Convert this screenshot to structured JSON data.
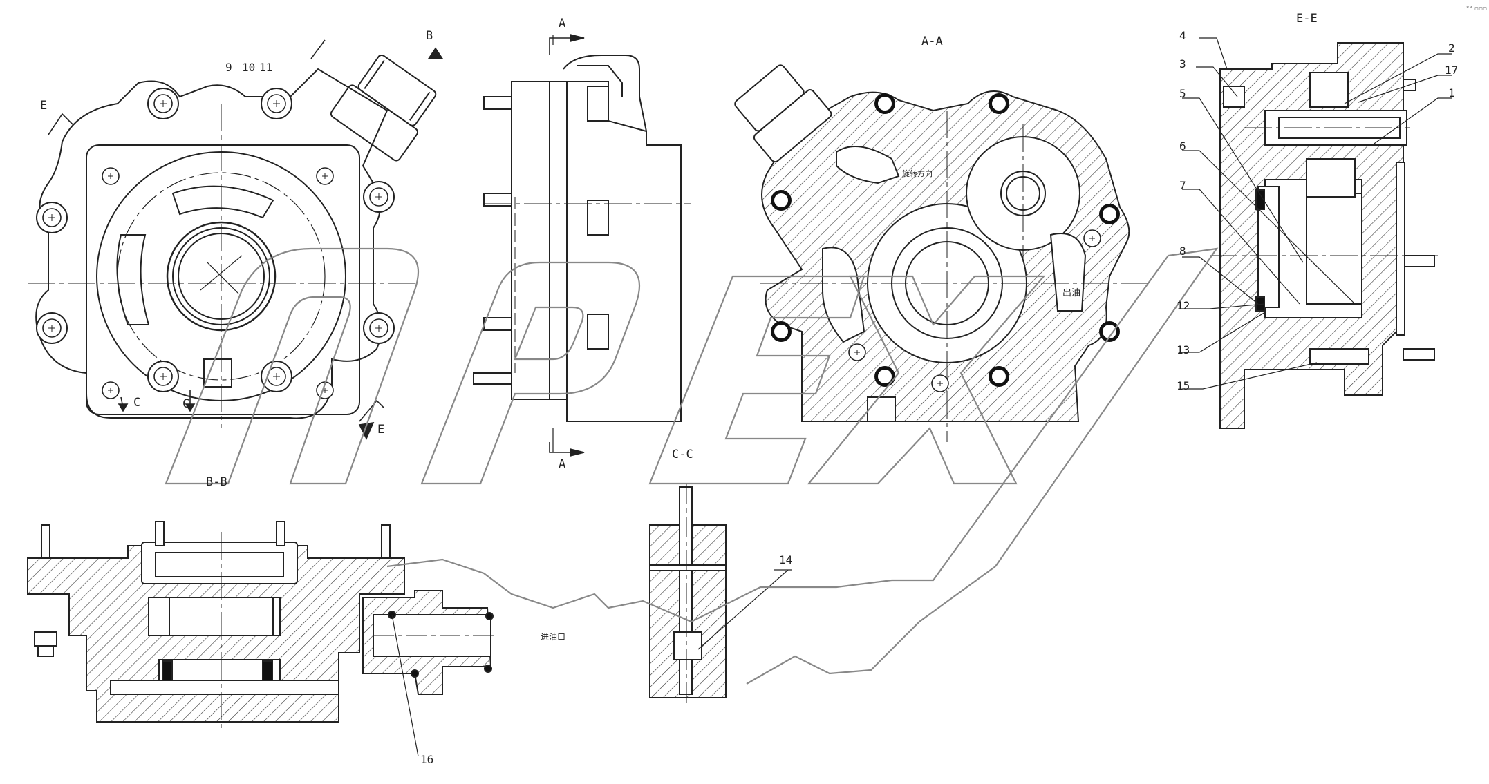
{
  "drawing": {
    "section_labels": {
      "aa": "A-A",
      "bb": "B-B",
      "cc": "C-C",
      "ee": "E-E"
    },
    "cut_markers": {
      "a_top": "A",
      "a_bottom": "A",
      "b": "B",
      "c_left": "C",
      "c_right": "C",
      "e_top": "E",
      "e_bottom": "E"
    },
    "part_numbers": {
      "p1": "1",
      "p2": "2",
      "p3": "3",
      "p4": "4",
      "p5": "5",
      "p6": "6",
      "p7": "7",
      "p8": "8",
      "p9": "9",
      "p10": "10",
      "p11": "11",
      "p12": "12",
      "p13": "13",
      "p14": "14",
      "p15": "15",
      "p16": "16",
      "p17": "17"
    },
    "annotations": {
      "rotation": "旋转方向",
      "outlet": "出油",
      "inlet": "进油口"
    },
    "watermark": "OPEX",
    "corner_mark": "·°° ▫▫▫"
  }
}
